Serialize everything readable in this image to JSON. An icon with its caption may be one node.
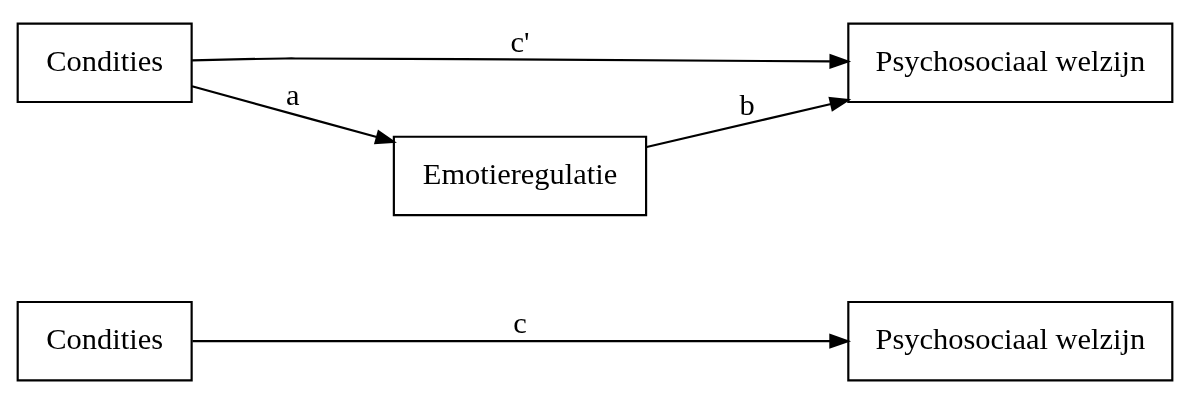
{
  "diagram": {
    "nodes": [
      {
        "text": [
          "Condities"
        ]
      },
      {
        "text": [
          "Psychosociaal welzijn"
        ]
      },
      {
        "text": [
          "Condities"
        ]
      },
      {
        "text": [
          "Psychosociaal welzijn"
        ]
      },
      {
        "text": [
          "Emotieregulatie"
        ]
      }
    ],
    "edges": [
      {
        "from": 0,
        "to": 1,
        "arrow": "to",
        "label": "c"
      },
      {
        "from": 2,
        "to": 3,
        "arrow": "to",
        "label": "c'"
      },
      {
        "from": 2,
        "to": 4,
        "arrow": "to",
        "label": "a"
      },
      {
        "from": 4,
        "to": 3,
        "arrow": "to",
        "label": "b"
      }
    ]
  }
}
